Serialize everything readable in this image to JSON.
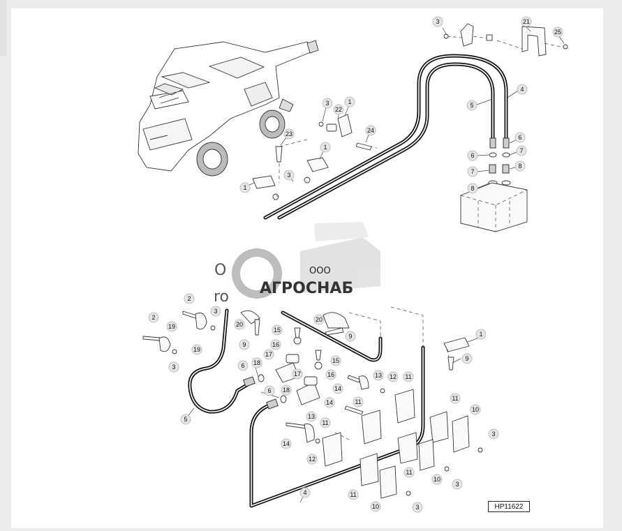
{
  "diagram": {
    "figure_id": "HP11622",
    "watermark": {
      "company_prefix": "ООО",
      "company_name": "АГРОСНАБ",
      "fragment_1": "O",
      "fragment_2": "ro"
    },
    "callouts": [
      "1",
      "2",
      "3",
      "4",
      "5",
      "6",
      "7",
      "8",
      "9",
      "10",
      "11",
      "12",
      "13",
      "14",
      "15",
      "16",
      "17",
      "18",
      "19",
      "20",
      "21",
      "22",
      "23",
      "24",
      "25"
    ]
  }
}
